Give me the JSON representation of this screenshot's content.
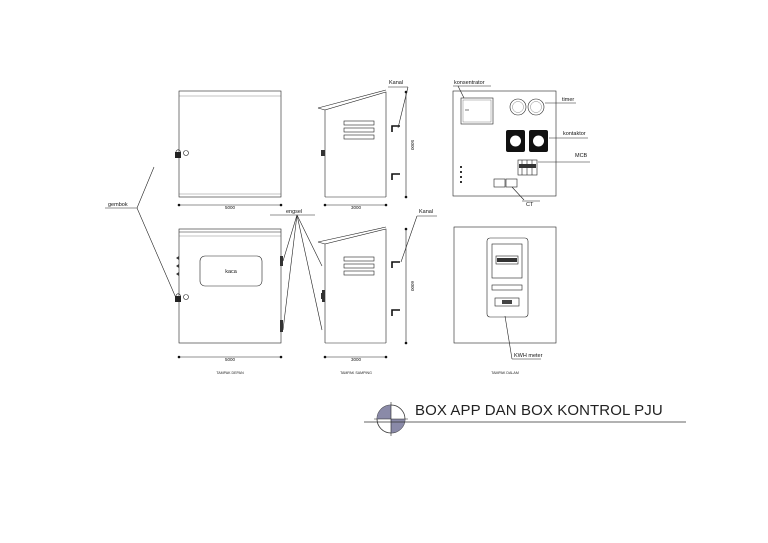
{
  "title": "BOX APP DAN BOX  KONTROL PJU",
  "labels": {
    "gembok": "gembok",
    "engsel": "engsel",
    "kaca": "kaca",
    "kanal_top": "Kanal",
    "kanal_bottom": "Kanal",
    "konsentrator": "konsentrator",
    "timer": "timer",
    "kontaktor": "kontaktor",
    "mcb": "MCB",
    "ct": "CT",
    "kwh_meter": "KWH meter"
  },
  "dimensions": {
    "front_top_width": "5000",
    "front_bottom_width": "5000",
    "side_top_width": "3000",
    "side_bottom_width": "3000",
    "side_top_height": "5000",
    "side_bottom_height": "6000"
  },
  "captions": {
    "front": "TAMPAK DEPAN",
    "side": "TAMPAK SAMPING",
    "inside": "TAMPAK DALAM"
  },
  "colors": {
    "line": "#222222",
    "symbol_fill": "#8a8aa8"
  }
}
